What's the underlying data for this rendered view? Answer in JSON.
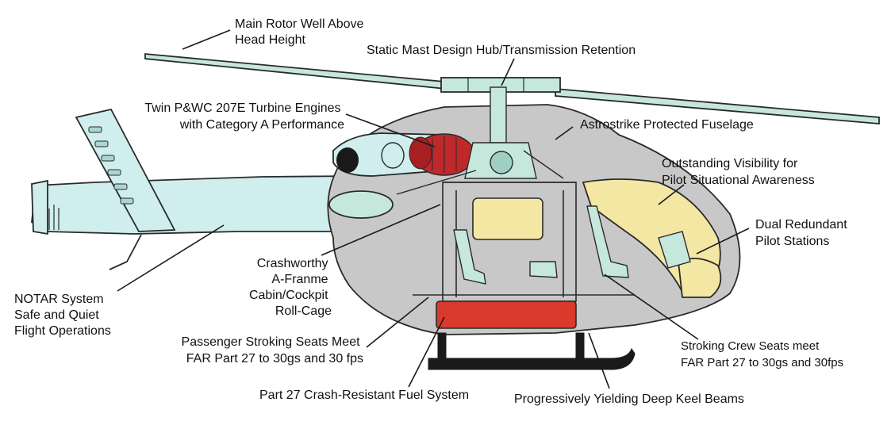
{
  "colors": {
    "fuselage": "#c8c8c8",
    "tailboom": "#cfeeed",
    "rotor": "#c6e8dc",
    "glazing": "#f4e7a3",
    "engine_red": "#c0282a",
    "fuel_tank": "#d93a2b",
    "outline": "#2a2a2a"
  },
  "callouts": {
    "main_rotor": [
      "Main Rotor Well Above",
      "Head Height"
    ],
    "static_mast": [
      "Static Mast Design Hub/Transmission Retention"
    ],
    "twin_engines": [
      "Twin P&WC 207E Turbine Engines",
      "with Category A Performance"
    ],
    "astrostrike": [
      "Astrostrike Protected Fuselage"
    ],
    "visibility": [
      "Outstanding Visibility for",
      "Pilot Situational Awareness"
    ],
    "dual_pilot": [
      "Dual Redundant",
      "Pilot Stations"
    ],
    "crashworthy": [
      "Crashworthy",
      "A-Franme",
      "Cabin/Cockpit",
      "Roll-Cage"
    ],
    "notar": [
      "NOTAR System",
      "Safe and Quiet",
      "Flight Operations"
    ],
    "passenger_seats": [
      "Passenger Stroking Seats Meet",
      "FAR Part 27 to 30gs and 30 fps"
    ],
    "fuel_system": [
      "Part 27 Crash-Resistant Fuel System"
    ],
    "keel_beams": [
      "Progressively Yielding Deep Keel Beams"
    ],
    "crew_seats": [
      "Stroking Crew Seats meet",
      "FAR Part 27 to 30gs and 30fps"
    ]
  }
}
